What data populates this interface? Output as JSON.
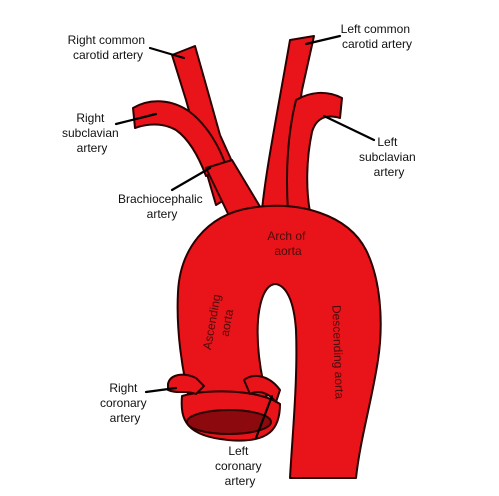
{
  "diagram": {
    "colors": {
      "vessel": "#e8141a",
      "vessel_shadow": "#b40d12",
      "outline": "#2b0000",
      "lumen": "#8c0a0e"
    },
    "labels": {
      "right_common_carotid": [
        "Right common",
        "carotid artery"
      ],
      "left_common_carotid": [
        "Left common",
        "carotid artery"
      ],
      "right_subclavian": [
        "Right",
        "subclavian",
        "artery"
      ],
      "left_subclavian": [
        "Left",
        "subclavian",
        "artery"
      ],
      "brachiocephalic": [
        "Brachiocephalic",
        "artery"
      ],
      "arch_of_aorta": [
        "Arch of",
        "aorta"
      ],
      "ascending_aorta": [
        "Ascending",
        "aorta"
      ],
      "descending_aorta": [
        "Descending aorta"
      ],
      "right_coronary": [
        "Right",
        "coronary",
        "artery"
      ],
      "left_coronary": [
        "Left",
        "coronary",
        "artery"
      ]
    }
  }
}
